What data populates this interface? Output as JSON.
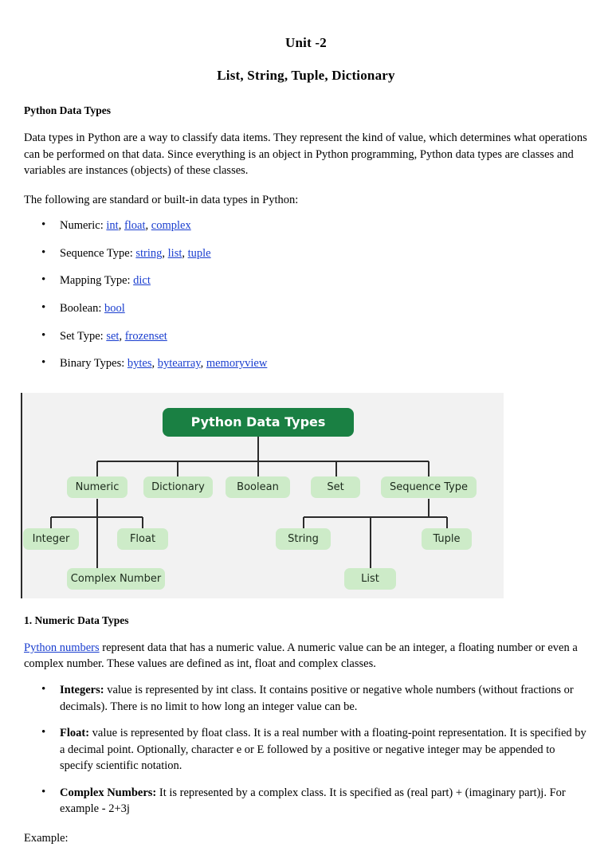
{
  "document": {
    "title": "Unit -2",
    "subtitle": "List, String, Tuple, Dictionary",
    "section_heading": "Python Data Types",
    "intro_paragraph": "Data types in Python are a way to classify data items. They represent the kind of value, which determines what operations can be performed on that data. Since everything is an object in Python programming, Python data types are classes and variables are instances (objects) of these classes.",
    "lead_in": "The following are standard or built-in data types in Python:"
  },
  "type_list": [
    {
      "label": "Numeric:",
      "links": [
        "int",
        "float",
        "complex"
      ]
    },
    {
      "label": "Sequence Type:",
      "links": [
        "string",
        "list",
        "tuple"
      ]
    },
    {
      "label": "Mapping Type:",
      "links": [
        "dict"
      ]
    },
    {
      "label": "Boolean:",
      "links": [
        "bool"
      ]
    },
    {
      "label": "Set Type:",
      "links": [
        "set",
        "frozenset"
      ]
    },
    {
      "label": "Binary Types:",
      "links": [
        "bytes",
        "bytearray",
        "memoryview"
      ]
    }
  ],
  "diagram": {
    "root_color": "#1a8043",
    "node_color": "#cdebc8",
    "background": "#f2f2f2",
    "connector_color": "#2b2b2b",
    "root": "Python Data Types",
    "level2": [
      "Numeric",
      "Dictionary",
      "Boolean",
      "Set",
      "Sequence Type"
    ],
    "numeric_children": [
      "Integer",
      "Complex Number",
      "Float"
    ],
    "sequence_children": [
      "String",
      "List",
      "Tuple"
    ]
  },
  "numeric_section": {
    "heading": "1. Numeric Data Types",
    "intro_link": "Python numbers",
    "intro_rest": " represent data that has a numeric value. A numeric value can be an integer, a floating number or even a complex number. These values are defined as int, float and complex classes.",
    "items": [
      {
        "lead": "Integers:",
        "text": " value is represented by int class. It contains positive or negative whole numbers (without fractions or decimals). There is no limit to how long an integer value can be."
      },
      {
        "lead": "Float:",
        "text": " value is represented by float class. It is a real number with a floating-point representation. It is specified by a decimal point. Optionally, character e or E followed by a positive or negative integer may be appended to specify scientific notation."
      },
      {
        "lead": "Complex Numbers:",
        "text": " It is represented by a complex class. It is specified as (real part) + (imaginary part)j. For example - 2+3j"
      }
    ],
    "example_label": "Example:"
  }
}
